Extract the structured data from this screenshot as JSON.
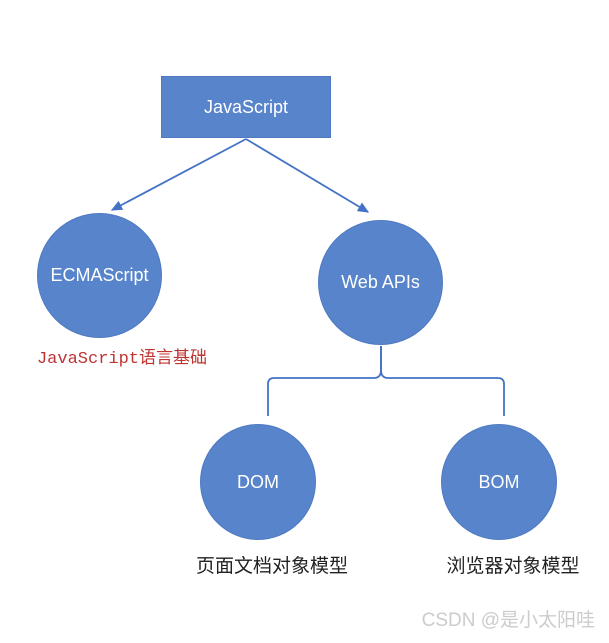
{
  "title_box": {
    "label": "JavaScript"
  },
  "nodes": {
    "ecmascript": {
      "label": "ECMAScript"
    },
    "webapis": {
      "label": "Web APIs"
    },
    "dom": {
      "label": "DOM"
    },
    "bom": {
      "label": "BOM"
    }
  },
  "captions": {
    "ecmascript_note": "JavaScript语言基础",
    "dom_note": "页面文档对象模型",
    "bom_note": "浏览器对象模型"
  },
  "watermark": "CSDN @是小太阳哇",
  "colors": {
    "shape_fill": "#5784CB",
    "shape_border": "#4f7ac2",
    "connector": "#4472C4",
    "note_red": "#bf3333",
    "note_black": "#222222",
    "watermark_gray": "#cccccc"
  }
}
